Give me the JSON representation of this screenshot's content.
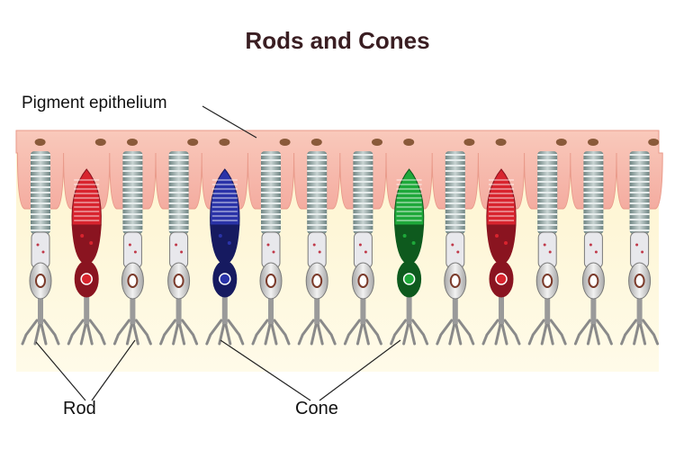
{
  "title": "Rods and Cones",
  "labels": {
    "pigment": "Pigment epithelium",
    "rod": "Rod",
    "cone": "Cone"
  },
  "cells": [
    {
      "type": "rod"
    },
    {
      "type": "cone",
      "color": "red"
    },
    {
      "type": "rod"
    },
    {
      "type": "rod"
    },
    {
      "type": "cone",
      "color": "blue"
    },
    {
      "type": "rod"
    },
    {
      "type": "rod"
    },
    {
      "type": "rod"
    },
    {
      "type": "cone",
      "color": "green"
    },
    {
      "type": "rod"
    },
    {
      "type": "cone",
      "color": "red"
    },
    {
      "type": "rod"
    },
    {
      "type": "rod"
    },
    {
      "type": "rod"
    }
  ],
  "colors": {
    "epithelium": "#f7c3b6",
    "nucleus_epi": "#8a5a3a",
    "rod_body": "#a9b8b6",
    "rod_stripe": "#e6ecec",
    "cone_red": "#d8242e",
    "cone_blue": "#2a33a8",
    "cone_green": "#1ea83a",
    "cell_body": "#dcdcdc",
    "cell_outline": "#7a7a7a"
  }
}
